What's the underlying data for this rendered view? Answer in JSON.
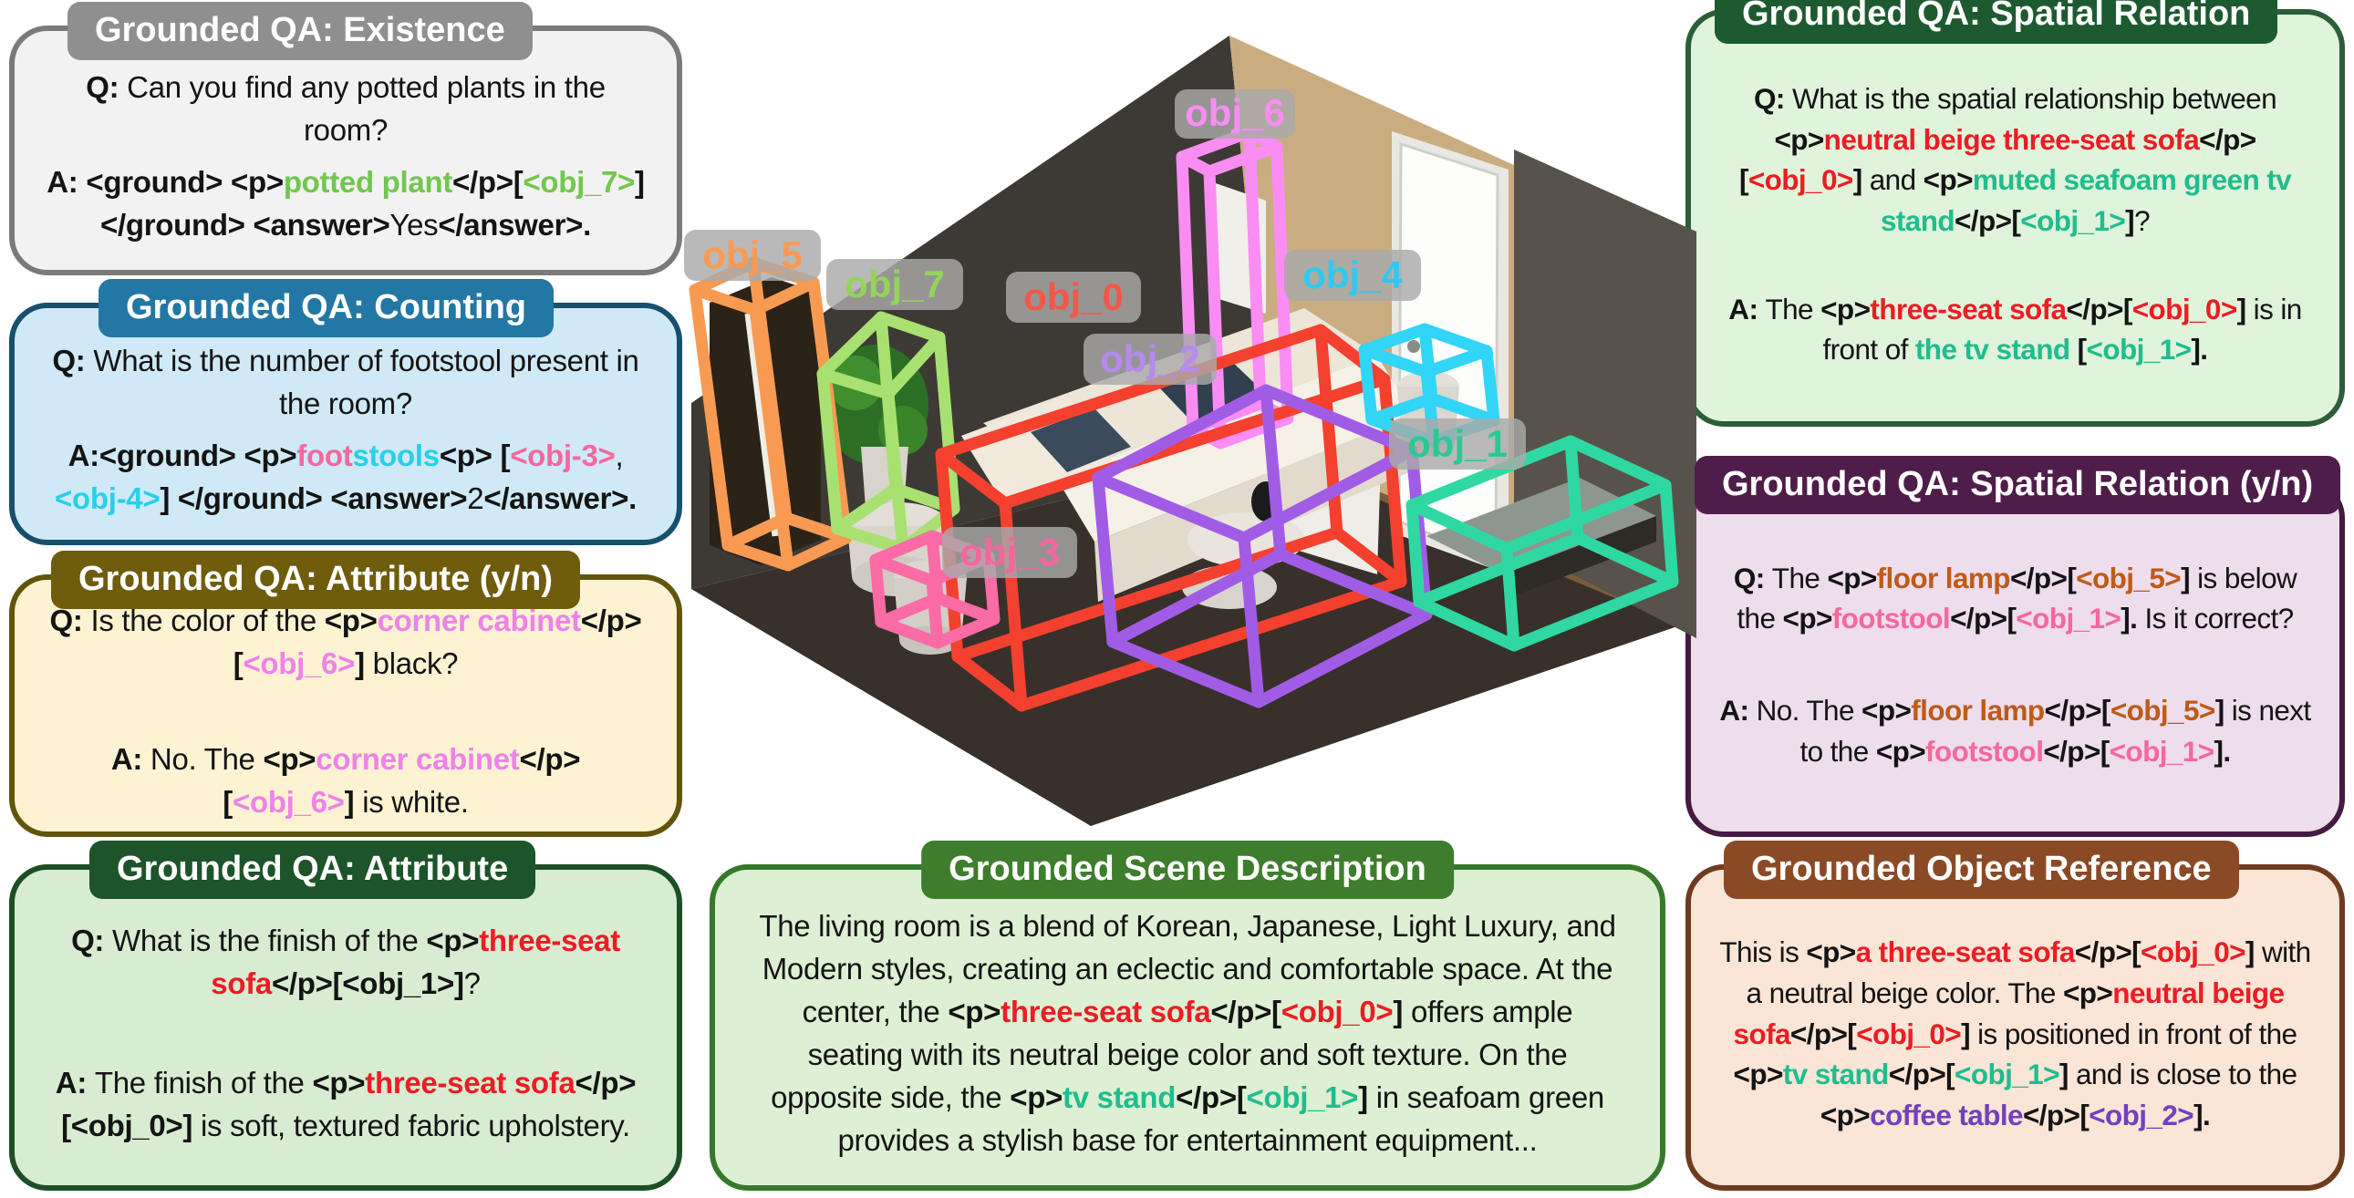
{
  "palette": {
    "red": "#ed1c24",
    "seafoam": "#1fbd8e",
    "ltgreen": "#72c74e",
    "pink": "#f5689c",
    "cyan": "#29cfe8",
    "violet": "#ef82e8",
    "rust": "#bf5a17",
    "purple": "#7440bd",
    "ink": "#141414"
  },
  "cards": [
    {
      "id": "existence",
      "title": "Grounded QA: Existence",
      "colors": {
        "header": "#8f8f8f",
        "border": "#7a7a7a",
        "body": "#f2f2f2"
      },
      "paragraphs": [
        [
          {
            "t": "Q: ",
            "b": 1
          },
          {
            "t": "Can you find any potted plants in the room?"
          }
        ],
        [
          {
            "t": "A: ",
            "b": 1
          },
          {
            "t": "<ground> <p>",
            "b": 1
          },
          {
            "t": "potted plant",
            "c": "ltgreen",
            "b": 1
          },
          {
            "t": "</p>",
            "b": 1
          },
          {
            "t": "[",
            "b": 1
          },
          {
            "t": "<obj_7>",
            "c": "ltgreen",
            "b": 1
          },
          {
            "t": "] ",
            "b": 1
          },
          {
            "t": "</ground>",
            "b": 1
          },
          {
            "t": " <answer>",
            "b": 1
          },
          {
            "t": "Yes"
          },
          {
            "t": "</answer>.",
            "b": 1
          }
        ]
      ]
    },
    {
      "id": "counting",
      "title": "Grounded QA: Counting",
      "colors": {
        "header": "#2277a4",
        "border": "#17506d",
        "body": "#cfe9f7"
      },
      "paragraphs": [
        [
          {
            "t": "Q: ",
            "b": 1
          },
          {
            "t": "What is the number of footstool present in the room?"
          }
        ],
        [
          {
            "t": "A:",
            "b": 1
          },
          {
            "t": "<ground> <p>",
            "b": 1
          },
          {
            "t": "foot",
            "c": "pink",
            "b": 1
          },
          {
            "t": "stools",
            "c": "cyan",
            "b": 1
          },
          {
            "t": "<p> ",
            "b": 1
          },
          {
            "t": "[",
            "b": 1
          },
          {
            "t": "<obj-3>",
            "c": "pink",
            "b": 1
          },
          {
            "t": ", "
          },
          {
            "t": "<obj-4>",
            "c": "cyan",
            "b": 1
          },
          {
            "t": "] </ground>",
            "b": 1
          },
          {
            "t": " <answer>",
            "b": 1
          },
          {
            "t": "2"
          },
          {
            "t": "</answer>.",
            "b": 1
          }
        ]
      ]
    },
    {
      "id": "attribute-yn",
      "title": "Grounded QA: Attribute (y/n)",
      "colors": {
        "header": "#6f5d0d",
        "border": "#63540c",
        "body": "#fdf3d2"
      },
      "paragraphs": [
        [
          {
            "t": "Q: ",
            "b": 1
          },
          {
            "t": "Is the color of the "
          },
          {
            "t": "<p>",
            "b": 1
          },
          {
            "t": "corner cabinet",
            "c": "violet",
            "b": 1
          },
          {
            "t": "</p>[",
            "b": 1
          },
          {
            "t": "<obj_6>",
            "c": "violet",
            "b": 1
          },
          {
            "t": "]",
            "b": 1
          },
          {
            "t": " black?"
          }
        ],
        [
          {
            "t": "A: ",
            "b": 1
          },
          {
            "t": "No. The "
          },
          {
            "t": "<p>",
            "b": 1
          },
          {
            "t": "corner cabinet",
            "c": "violet",
            "b": 1
          },
          {
            "t": "</p>[",
            "b": 1
          },
          {
            "t": "<obj_6>",
            "c": "violet",
            "b": 1
          },
          {
            "t": "]",
            "b": 1
          },
          {
            "t": " is white."
          }
        ]
      ]
    },
    {
      "id": "attribute",
      "title": "Grounded QA: Attribute",
      "colors": {
        "header": "#1d5429",
        "border": "#1d4f26",
        "body": "#d7ecd1"
      },
      "paragraphs": [
        [
          {
            "t": "Q: ",
            "b": 1
          },
          {
            "t": "What is the finish of the "
          },
          {
            "t": "<p>",
            "b": 1
          },
          {
            "t": "three-seat sofa",
            "c": "red",
            "b": 1
          },
          {
            "t": "</p>[<obj_1>]",
            "b": 1
          },
          {
            "t": "?"
          }
        ],
        [
          {
            "t": "A: ",
            "b": 1
          },
          {
            "t": "The finish of the "
          },
          {
            "t": "<p>",
            "b": 1
          },
          {
            "t": "three-seat sofa",
            "c": "red",
            "b": 1
          },
          {
            "t": "</p>[<obj_0>]",
            "b": 1
          },
          {
            "t": " is soft, textured fabric upholstery."
          }
        ]
      ]
    },
    {
      "id": "spatial",
      "title": "Grounded QA: Spatial Relation",
      "colors": {
        "header": "#1e5a30",
        "border": "#2c5e38",
        "body": "#e0f3db"
      },
      "paragraphs": [
        [
          {
            "t": "Q: ",
            "b": 1
          },
          {
            "t": "What is the spatial relationship between "
          },
          {
            "t": "<p>",
            "b": 1
          },
          {
            "t": "neutral beige three-seat sofa",
            "c": "red",
            "b": 1
          },
          {
            "t": "</p>[",
            "b": 1
          },
          {
            "t": "<obj_0>",
            "c": "red",
            "b": 1
          },
          {
            "t": "]",
            "b": 1
          },
          {
            "t": " and "
          },
          {
            "t": "<p>",
            "b": 1
          },
          {
            "t": "muted seafoam green tv stand",
            "c": "seafoam",
            "b": 1
          },
          {
            "t": "</p>[",
            "b": 1
          },
          {
            "t": "<obj_1>",
            "c": "seafoam",
            "b": 1
          },
          {
            "t": "]",
            "b": 1
          },
          {
            "t": "?"
          }
        ],
        [
          {
            "t": "A: ",
            "b": 1
          },
          {
            "t": "The "
          },
          {
            "t": "<p>",
            "b": 1
          },
          {
            "t": "three-seat sofa",
            "c": "red",
            "b": 1
          },
          {
            "t": "</p>[",
            "b": 1
          },
          {
            "t": "<obj_0>",
            "c": "red",
            "b": 1
          },
          {
            "t": "]",
            "b": 1
          },
          {
            "t": " is in front of "
          },
          {
            "t": "the tv stand ",
            "c": "seafoam",
            "b": 1
          },
          {
            "t": "[",
            "b": 1
          },
          {
            "t": "<obj_1>",
            "c": "seafoam",
            "b": 1
          },
          {
            "t": "].",
            "b": 1
          }
        ]
      ]
    },
    {
      "id": "spatial-yn",
      "title": "Grounded QA: Spatial Relation (y/n)",
      "colors": {
        "header": "#4f1d4a",
        "border": "#451a41",
        "body": "#eeddec"
      },
      "paragraphs": [
        [
          {
            "t": "Q: ",
            "b": 1
          },
          {
            "t": "The "
          },
          {
            "t": "<p>",
            "b": 1
          },
          {
            "t": "floor lamp",
            "c": "rust",
            "b": 1
          },
          {
            "t": "</p>[",
            "b": 1
          },
          {
            "t": "<obj_5>",
            "c": "rust",
            "b": 1
          },
          {
            "t": "]",
            "b": 1
          },
          {
            "t": " is below the "
          },
          {
            "t": "<p>",
            "b": 1
          },
          {
            "t": "footstool",
            "c": "pink",
            "b": 1
          },
          {
            "t": "</p>[",
            "b": 1
          },
          {
            "t": "<obj_1>",
            "c": "pink",
            "b": 1
          },
          {
            "t": "].",
            "b": 1
          },
          {
            "t": " Is it correct?"
          }
        ],
        [
          {
            "t": "A: ",
            "b": 1
          },
          {
            "t": "No. The "
          },
          {
            "t": "<p>",
            "b": 1
          },
          {
            "t": "floor lamp",
            "c": "rust",
            "b": 1
          },
          {
            "t": "</p>[",
            "b": 1
          },
          {
            "t": "<obj_5>",
            "c": "rust",
            "b": 1
          },
          {
            "t": "]",
            "b": 1
          },
          {
            "t": " is next to the "
          },
          {
            "t": "<p>",
            "b": 1
          },
          {
            "t": "footstool",
            "c": "pink",
            "b": 1
          },
          {
            "t": "</p>[",
            "b": 1
          },
          {
            "t": "<obj_1>",
            "c": "pink",
            "b": 1
          },
          {
            "t": "].",
            "b": 1
          }
        ]
      ]
    },
    {
      "id": "scene-description",
      "title": "Grounded Scene Description",
      "colors": {
        "header": "#3e7d2d",
        "border": "#35792a",
        "body": "#ddf0d3"
      },
      "paragraphs": [
        [
          {
            "t": "The living room is a blend of Korean, Japanese, Light Luxury, and Modern styles, creating an eclectic and comfortable space. At the center, the "
          },
          {
            "t": "<p>",
            "b": 1
          },
          {
            "t": "three-seat sofa",
            "c": "red",
            "b": 1
          },
          {
            "t": "</p>[",
            "b": 1
          },
          {
            "t": "<obj_0>",
            "c": "red",
            "b": 1
          },
          {
            "t": "]",
            "b": 1
          },
          {
            "t": " offers ample seating with its neutral beige color and soft texture. On the opposite side, the "
          },
          {
            "t": "<p>",
            "b": 1
          },
          {
            "t": "tv stand",
            "c": "seafoam",
            "b": 1
          },
          {
            "t": "</p>[",
            "b": 1
          },
          {
            "t": "<obj_1>",
            "c": "seafoam",
            "b": 1
          },
          {
            "t": "]",
            "b": 1
          },
          {
            "t": " in seafoam green provides a stylish base for entertainment equipment..."
          }
        ]
      ]
    },
    {
      "id": "object-reference",
      "title": "Grounded Object Reference",
      "colors": {
        "header": "#8b4a26",
        "border": "#6f3b1e",
        "body": "#fbe5d6"
      },
      "paragraphs": [
        [
          {
            "t": "This is "
          },
          {
            "t": "<p>",
            "b": 1
          },
          {
            "t": "a three-seat sofa",
            "c": "red",
            "b": 1
          },
          {
            "t": "</p>[",
            "b": 1
          },
          {
            "t": "<obj_0>",
            "c": "red",
            "b": 1
          },
          {
            "t": "]",
            "b": 1
          },
          {
            "t": " with a neutral beige color. The "
          },
          {
            "t": "<p>",
            "b": 1
          },
          {
            "t": "neutral beige sofa",
            "c": "red",
            "b": 1
          },
          {
            "t": "</p>[",
            "b": 1
          },
          {
            "t": "<obj_0>",
            "c": "red",
            "b": 1
          },
          {
            "t": "]",
            "b": 1
          },
          {
            "t": " is positioned in front of the "
          },
          {
            "t": "<p>",
            "b": 1
          },
          {
            "t": "tv stand",
            "c": "seafoam",
            "b": 1
          },
          {
            "t": "</p>[",
            "b": 1
          },
          {
            "t": "<obj_1>",
            "c": "seafoam",
            "b": 1
          },
          {
            "t": "]",
            "b": 1
          },
          {
            "t": " and is close to the "
          },
          {
            "t": "<p>",
            "b": 1
          },
          {
            "t": "coffee table",
            "c": "purple",
            "b": 1
          },
          {
            "t": "</p>[",
            "b": 1
          },
          {
            "t": "<obj_2>",
            "c": "purple",
            "b": 1
          },
          {
            "t": "].",
            "b": 1
          }
        ]
      ]
    }
  ],
  "scene": {
    "colors": {
      "left_wall": "#3d3a35",
      "right_wall": "#c9ad81",
      "outer_wall": "#57534b",
      "floor": "#38302a",
      "door": "#fdfdfc"
    },
    "boxes": [
      {
        "id": "obj_0",
        "color": "#f4402f"
      },
      {
        "id": "obj_1",
        "color": "#2fd8a2"
      },
      {
        "id": "obj_2",
        "color": "#a15ce6"
      },
      {
        "id": "obj_3",
        "color": "#fb6ba5"
      },
      {
        "id": "obj_4",
        "color": "#30d5f7"
      },
      {
        "id": "obj_5",
        "color": "#f89a52"
      },
      {
        "id": "obj_6",
        "color": "#fa8df4"
      },
      {
        "id": "obj_7",
        "color": "#a8e171"
      }
    ],
    "labels": [
      {
        "id": "obj_0",
        "text": "obj_0",
        "color": "#f25747"
      },
      {
        "id": "obj_1",
        "text": "obj_1",
        "color": "#2bc896"
      },
      {
        "id": "obj_2",
        "text": "obj_2",
        "color": "#b68af0"
      },
      {
        "id": "obj_3",
        "text": "obj_3",
        "color": "#f4679e"
      },
      {
        "id": "obj_4",
        "text": "obj_4",
        "color": "#30c8f0"
      },
      {
        "id": "obj_5",
        "text": "obj_5",
        "color": "#f89a52"
      },
      {
        "id": "obj_6",
        "text": "obj_6",
        "color": "#fa8df4"
      },
      {
        "id": "obj_7",
        "text": "obj_7",
        "color": "#94d45a"
      }
    ]
  }
}
